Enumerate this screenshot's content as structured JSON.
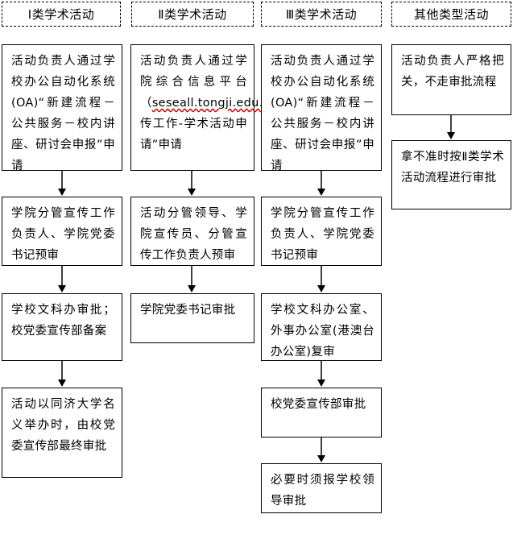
{
  "columns": [
    {
      "header": "Ⅰ类学术活动",
      "steps": [
        "活动负责人通过学校办公自动化系统(OA)“新建流程－公共服务－校内讲座、研讨会申报”申请",
        "学院分管宣传工作负责人、学院党委书记预审",
        "学校文科办审批；校党委宣传部备案",
        "活动以同济大学名义举办时，由校党委宣传部最终审批"
      ]
    },
    {
      "header": "Ⅱ类学术活动",
      "steps": [
        "活动负责人通过学院综合信息平台（seseall.tongji.edu.cn）“宣传工作-学术活动申请”申请",
        "活动分管领导、学院宣传员、分管宣传工作负责人预审",
        "学院党委书记审批"
      ]
    },
    {
      "header": "Ⅲ类学术活动",
      "steps": [
        "活动负责人通过学校办公自动化系统(OA)“新建流程－公共服务－校内讲座、研讨会申报”申请",
        "学院分管宣传工作负责人、学院党委书记预审",
        "学校文科办公室、外事办公室(港澳台办公室)复审",
        "校党委宣传部审批",
        "必要时须报学校领导审批"
      ]
    },
    {
      "header": "其他类型活动",
      "steps": [
        "活动负责人严格把关，不走审批流程",
        "拿不准时按Ⅱ类学术活动流程进行审批"
      ]
    }
  ]
}
